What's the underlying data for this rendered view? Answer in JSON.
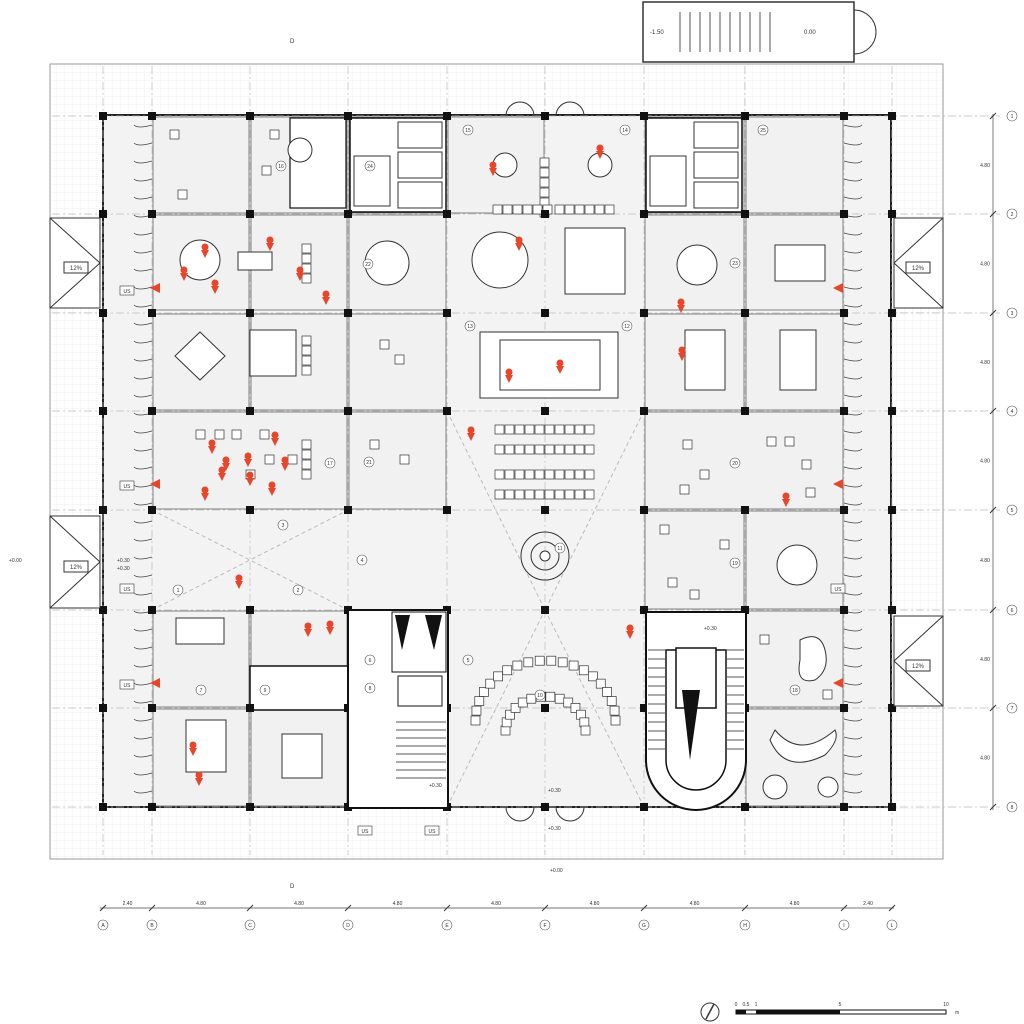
{
  "plan": {
    "column_grid_labels": [
      "A",
      "B",
      "C",
      "D",
      "E",
      "F",
      "G",
      "H",
      "I",
      "L"
    ],
    "column_spacings": [
      "2.40",
      "4.80",
      "4.80",
      "4.80",
      "4.80",
      "4.80",
      "4.80",
      "4.80",
      "2.40"
    ],
    "row_grid_labels": [
      "1",
      "2",
      "3",
      "4",
      "5",
      "6",
      "7",
      "8"
    ],
    "row_spacings": [
      "4.80",
      "4.80",
      "4.80",
      "4.80",
      "4.80",
      "4.80",
      "4.80"
    ],
    "section_marker": "D",
    "elevations": {
      "top_stair_left": "-1.50",
      "top_stair_right": "0.00",
      "west_entrance": "+0.00",
      "west_inner": "+0.30",
      "west_inner_b": "+0.30",
      "south_ramp": "+0.00",
      "south_door_a": "+0.30",
      "south_door_b": "+0.30",
      "core_south": "+0.30",
      "stair_core": "+0.30"
    },
    "ramp_slopes": {
      "west_upper": "12%",
      "west_lower": "12%",
      "east_upper": "12%",
      "east_lower": "12%"
    },
    "exit_labels": [
      "US",
      "US",
      "US",
      "US",
      "US",
      "US",
      "US"
    ],
    "room_numbers": [
      "1",
      "2",
      "3",
      "4",
      "5",
      "6",
      "7",
      "8",
      "9",
      "10",
      "11",
      "12",
      "13",
      "14",
      "15",
      "16",
      "17",
      "18",
      "19",
      "20",
      "21",
      "22",
      "23",
      "24",
      "25"
    ],
    "scale_bar": {
      "ticks": [
        "0",
        "0.5",
        "1",
        "5",
        "10"
      ],
      "unit": "m"
    }
  }
}
